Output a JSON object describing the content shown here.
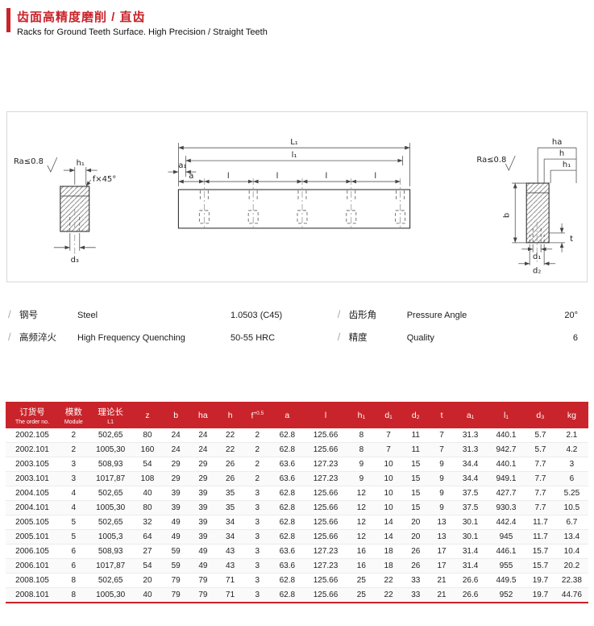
{
  "header": {
    "title_zh": "齿面高精度磨削 / 直齿",
    "title_en": "Racks for Ground Teeth Surface. High Precision / Straight Teeth"
  },
  "drawing": {
    "ra": "Ra≤0.8",
    "h1": "h₁",
    "f45": "f×45°",
    "d3": "d₃",
    "L1": "L₁",
    "l1": "l₁",
    "a1": "a₁",
    "a": "a",
    "l": "l",
    "ha": "ha",
    "h": "h",
    "b": "b",
    "t": "t",
    "d1": "d₁",
    "d2": "d₂"
  },
  "specs": {
    "slash": "/",
    "items": [
      {
        "zh": "钢号",
        "en": "Steel",
        "value": "1.0503 (C45)"
      },
      {
        "zh": "高频淬火",
        "en": "High Frequency Quenching",
        "value": "50-55 HRC"
      },
      {
        "zh": "齿形角",
        "en": "Pressure Angle",
        "value": "20°"
      },
      {
        "zh": "精度",
        "en": "Quality",
        "value": "6"
      }
    ]
  },
  "table": {
    "headers": [
      {
        "main": "订货号",
        "sub": "The order no."
      },
      {
        "main": "模数",
        "sub": "Module"
      },
      {
        "main": "理论长",
        "sub": "L1"
      },
      {
        "main": "z"
      },
      {
        "main": "b"
      },
      {
        "main": "ha"
      },
      {
        "main": "h"
      },
      {
        "main": "f",
        "sup": "+0.5"
      },
      {
        "main": "a"
      },
      {
        "main": "l"
      },
      {
        "main": "h₁"
      },
      {
        "main": "d₁"
      },
      {
        "main": "d₂"
      },
      {
        "main": "t"
      },
      {
        "main": "a₁"
      },
      {
        "main": "l₁"
      },
      {
        "main": "d₃"
      },
      {
        "main": "kg"
      }
    ],
    "rows": [
      [
        "2002.105",
        "2",
        "502,65",
        "80",
        "24",
        "24",
        "22",
        "2",
        "62.8",
        "125.66",
        "8",
        "7",
        "11",
        "7",
        "31.3",
        "440.1",
        "5.7",
        "2.1"
      ],
      [
        "2002.101",
        "2",
        "1005,30",
        "160",
        "24",
        "24",
        "22",
        "2",
        "62.8",
        "125.66",
        "8",
        "7",
        "11",
        "7",
        "31.3",
        "942.7",
        "5.7",
        "4.2"
      ],
      [
        "2003.105",
        "3",
        "508,93",
        "54",
        "29",
        "29",
        "26",
        "2",
        "63.6",
        "127.23",
        "9",
        "10",
        "15",
        "9",
        "34.4",
        "440.1",
        "7.7",
        "3"
      ],
      [
        "2003.101",
        "3",
        "1017,87",
        "108",
        "29",
        "29",
        "26",
        "2",
        "63.6",
        "127.23",
        "9",
        "10",
        "15",
        "9",
        "34.4",
        "949.1",
        "7.7",
        "6"
      ],
      [
        "2004.105",
        "4",
        "502,65",
        "40",
        "39",
        "39",
        "35",
        "3",
        "62.8",
        "125.66",
        "12",
        "10",
        "15",
        "9",
        "37.5",
        "427.7",
        "7.7",
        "5.25"
      ],
      [
        "2004.101",
        "4",
        "1005,30",
        "80",
        "39",
        "39",
        "35",
        "3",
        "62.8",
        "125.66",
        "12",
        "10",
        "15",
        "9",
        "37.5",
        "930.3",
        "7.7",
        "10.5"
      ],
      [
        "2005.105",
        "5",
        "502,65",
        "32",
        "49",
        "39",
        "34",
        "3",
        "62.8",
        "125.66",
        "12",
        "14",
        "20",
        "13",
        "30.1",
        "442.4",
        "11.7",
        "6.7"
      ],
      [
        "2005.101",
        "5",
        "1005,3",
        "64",
        "49",
        "39",
        "34",
        "3",
        "62.8",
        "125.66",
        "12",
        "14",
        "20",
        "13",
        "30.1",
        "945",
        "11.7",
        "13.4"
      ],
      [
        "2006.105",
        "6",
        "508,93",
        "27",
        "59",
        "49",
        "43",
        "3",
        "63.6",
        "127.23",
        "16",
        "18",
        "26",
        "17",
        "31.4",
        "446.1",
        "15.7",
        "10.4"
      ],
      [
        "2006.101",
        "6",
        "1017,87",
        "54",
        "59",
        "49",
        "43",
        "3",
        "63.6",
        "127.23",
        "16",
        "18",
        "26",
        "17",
        "31.4",
        "955",
        "15.7",
        "20.2"
      ],
      [
        "2008.105",
        "8",
        "502,65",
        "20",
        "79",
        "79",
        "71",
        "3",
        "62.8",
        "125.66",
        "25",
        "22",
        "33",
        "21",
        "26.6",
        "449.5",
        "19.7",
        "22.38"
      ],
      [
        "2008.101",
        "8",
        "1005,30",
        "40",
        "79",
        "79",
        "71",
        "3",
        "62.8",
        "125.66",
        "25",
        "22",
        "33",
        "21",
        "26.6",
        "952",
        "19.7",
        "44.76"
      ]
    ]
  }
}
